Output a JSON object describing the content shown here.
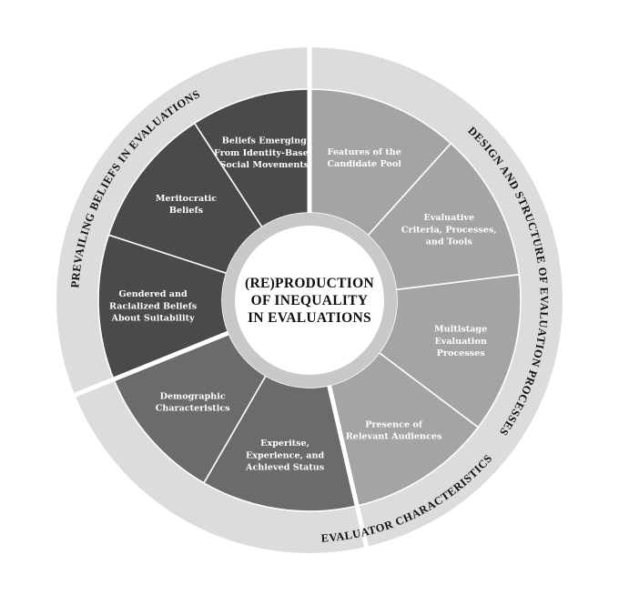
{
  "center": {
    "lines": [
      "(RE)PRODUCTION",
      "OF INEQUALITY",
      "IN EVALUATIONS"
    ]
  },
  "ring_labels": {
    "prevailing": "PREVAILING BELIEFS IN EVALUATIONS",
    "design": "DESIGN AND STRUCTURE OF EVALUATION PROCESSES",
    "evaluator": "EVALUATOR CHARACTERISTICS"
  },
  "segments": [
    {
      "id": "beliefs-emerging",
      "lines": [
        "Beliefs Emerging",
        "From Identity-Based",
        "Social Movements"
      ],
      "color": "#4a4a4d"
    },
    {
      "id": "meritocratic",
      "lines": [
        "Meritocratic",
        "Beliefs"
      ],
      "color": "#4a4a4d"
    },
    {
      "id": "gendered-racialized",
      "lines": [
        "Gendered and",
        "Racialized Beliefs",
        "About Suitability"
      ],
      "color": "#4a4a4d"
    },
    {
      "id": "demographic",
      "lines": [
        "Demographic",
        "Characteristics"
      ],
      "color": "#6b6b6e"
    },
    {
      "id": "expertise",
      "lines": [
        "Experitse,",
        "Experience, and",
        "Achieved Status"
      ],
      "color": "#6b6b6e"
    },
    {
      "id": "relevant-audiences",
      "lines": [
        "Presence of",
        "Relevant Audiences"
      ],
      "color": "#a4a4a7"
    },
    {
      "id": "multistage",
      "lines": [
        "Multistage",
        "Evaluation",
        "Processes"
      ],
      "color": "#a4a4a7"
    },
    {
      "id": "evaluative-criteria",
      "lines": [
        "Evaluative",
        "Criteria, Processes,",
        "and Tools"
      ],
      "color": "#a4a4a7"
    },
    {
      "id": "candidate-pool",
      "lines": [
        "Features of the",
        "Candidate Pool"
      ],
      "color": "#a4a4a7"
    }
  ],
  "colors": {
    "prevailing_group": "#4a4a4d",
    "evaluator_group": "#6b6b6e",
    "design_group": "#a4a4a7",
    "center_ring": "#c8c8ca",
    "center_fill": "#ffffff",
    "outer_ring": "#dcdcde"
  }
}
